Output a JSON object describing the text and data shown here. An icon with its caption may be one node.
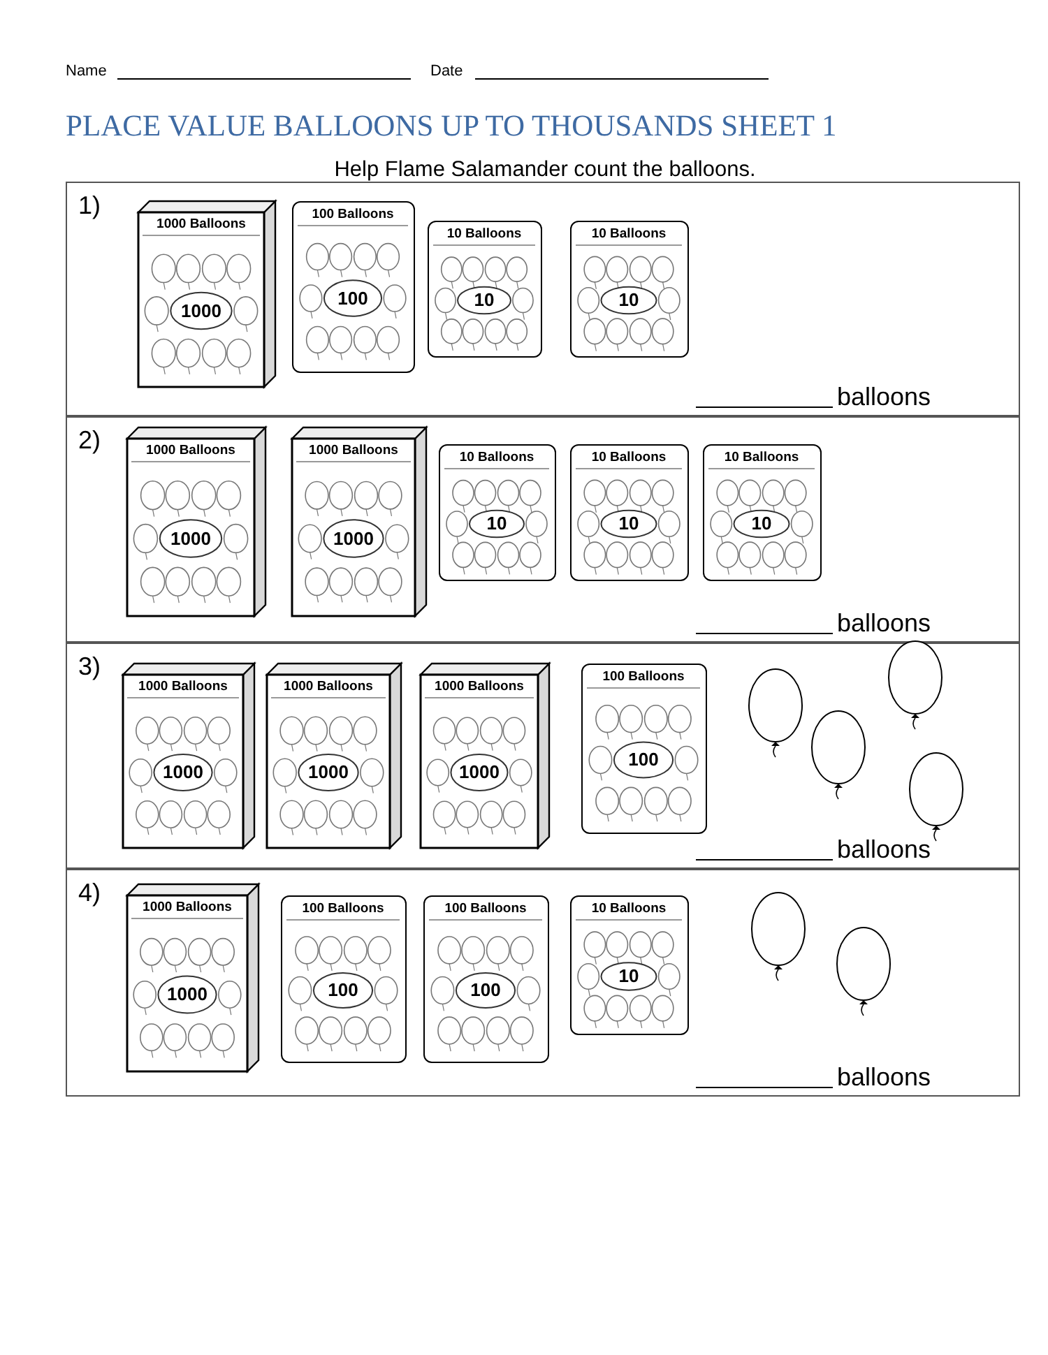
{
  "diagram": {
    "title": "PLACE VALUE BALLOONS UP TO THOUSANDS SHEET 1",
    "nodes": [
      {
        "text": [
          "1)",
          "balloons"
        ]
      },
      {
        "text": [
          "1000 Balloons",
          "1000"
        ],
        "in": 0
      },
      {
        "text": [
          "100 Balloons",
          "100"
        ],
        "in": 0
      },
      {
        "text": [
          "10 Balloons",
          "10"
        ],
        "in": 0
      },
      {
        "text": [
          "10 Balloons",
          "10"
        ],
        "in": 0
      },
      {
        "text": [
          "2)",
          "balloons"
        ]
      },
      {
        "text": [
          "1000 Balloons",
          "1000"
        ],
        "in": 5
      },
      {
        "text": [
          "1000 Balloons",
          "1000"
        ],
        "in": 5
      },
      {
        "text": [
          "10 Balloons",
          "10"
        ],
        "in": 5
      },
      {
        "text": [
          "10 Balloons",
          "10"
        ],
        "in": 5
      },
      {
        "text": [
          "10 Balloons",
          "10"
        ],
        "in": 5
      },
      {
        "text": [
          "3)",
          "balloons"
        ]
      },
      {
        "text": [
          "1000 Balloons",
          "1000"
        ],
        "in": 11
      },
      {
        "text": [
          "1000 Balloons",
          "1000"
        ],
        "in": 11
      },
      {
        "text": [
          "1000 Balloons",
          "1000"
        ],
        "in": 11
      },
      {
        "text": [
          "100 Balloons",
          "100"
        ],
        "in": 11
      },
      {
        "text": [
          "4)",
          "balloons"
        ]
      },
      {
        "text": [
          "1000 Balloons",
          "1000"
        ],
        "in": 16
      },
      {
        "text": [
          "100 Balloons",
          "100"
        ],
        "in": 16
      },
      {
        "text": [
          "100 Balloons",
          "100"
        ],
        "in": 16
      },
      {
        "text": [
          "10 Balloons",
          "10"
        ],
        "in": 16
      }
    ],
    "labels": [
      "Name",
      "Date",
      "Help Flame Salamander count the balloons."
    ]
  }
}
